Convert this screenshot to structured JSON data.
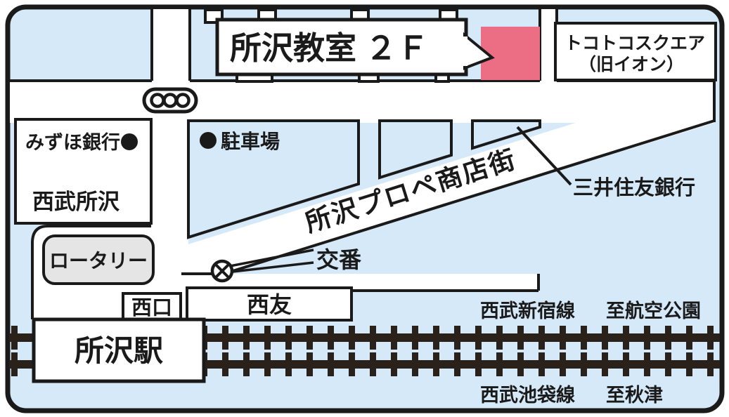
{
  "map": {
    "title": {
      "label": "所沢教室 ２Ｆ"
    },
    "landmarks": {
      "tokotoko_line1": "トコトコスクエア",
      "tokotoko_line2": "（旧イオン）",
      "mizuho_bank": "みずほ銀行",
      "seibu_tokorozawa": "西武所沢",
      "parking": "駐車場",
      "prope_street": "所沢プロペ商店街",
      "smbc_bank": "三井住友銀行",
      "rotary": "ロータリー",
      "koban": "交番",
      "west_exit": "西口",
      "seiyu": "西友",
      "station": "所沢駅"
    },
    "railways": {
      "top_line_name": "西武新宿線",
      "top_line_direction": "至航空公園",
      "bottom_line_name": "西武池袋線",
      "bottom_line_direction": "至秋津"
    },
    "icons": {
      "traffic_light": "traffic-light",
      "koban_mark": "circle-x-police-box",
      "poi_dot": "black-dot"
    },
    "colors": {
      "background_blue": "#d6e9f8",
      "ink_black": "#1a1a1a",
      "title_blue": "#1765ae",
      "classroom_pink": "#ec6e84",
      "rotary_grey": "#e5e5e5",
      "rail_dark": "#2b211b",
      "road_white": "#ffffff"
    }
  }
}
